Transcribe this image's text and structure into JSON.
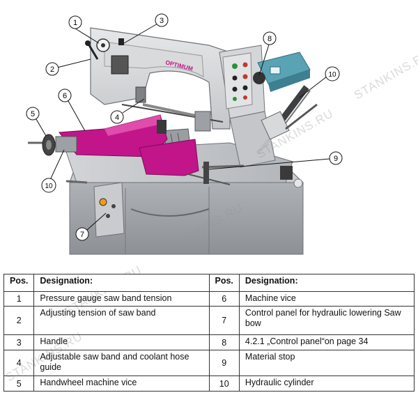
{
  "figure": {
    "brand_label": "OPTIMUM",
    "callouts": [
      "1",
      "2",
      "3",
      "4",
      "5",
      "6",
      "7",
      "8",
      "9",
      "10",
      "10"
    ]
  },
  "watermarks": [
    "STANKINS.RU",
    "STANKINS.RU",
    "STANKINS.RU",
    "STANKINS.RU",
    "STANKINS.RU"
  ],
  "table": {
    "headers": {
      "pos_left": "Pos.",
      "des_left": "Designation:",
      "pos_right": "Pos.",
      "des_right": "Designation:"
    },
    "rows": [
      {
        "pos_left": "1",
        "des_left": "Pressure gauge saw band tension",
        "pos_right": "6",
        "des_right": "Machine vice"
      },
      {
        "pos_left": "2",
        "des_left": "Adjusting tension of saw band",
        "pos_right": "7",
        "des_right": "Control panel for hydraulic lowering Saw bow"
      },
      {
        "pos_left": "3",
        "des_left": "Handle",
        "pos_right": "8",
        "des_right": "4.2.1 „Control panel“on page 34"
      },
      {
        "pos_left": "4",
        "des_left": "Adjustable saw band and coolant hose guide",
        "pos_right": "9",
        "des_right": "Material stop"
      },
      {
        "pos_left": "5",
        "des_left": "Handwheel machine vice",
        "pos_right": "10",
        "des_right": "Hydraulic cylinder"
      }
    ]
  },
  "colors": {
    "magenta": "#c2158a",
    "machine_gray": "#a9adb2",
    "panel_teal": "#5aa3b5"
  }
}
